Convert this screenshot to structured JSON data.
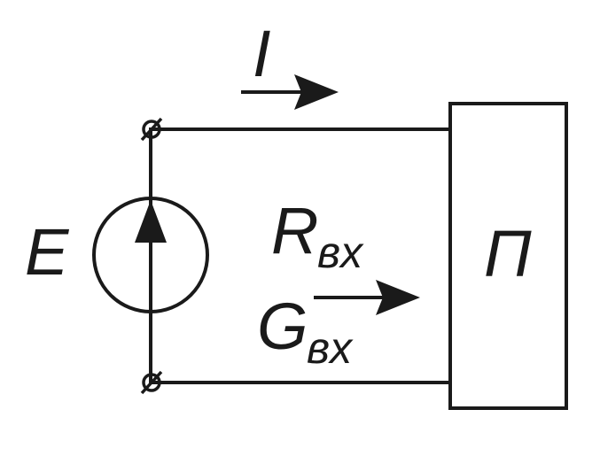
{
  "labels": {
    "current": "I",
    "emf": "E",
    "input_resistance_main": "R",
    "input_resistance_sub": "вх",
    "input_conductance_main": "G",
    "input_conductance_sub": "вх",
    "device": "П"
  },
  "colors": {
    "line": "#1a1a1a",
    "background": "#ffffff"
  }
}
